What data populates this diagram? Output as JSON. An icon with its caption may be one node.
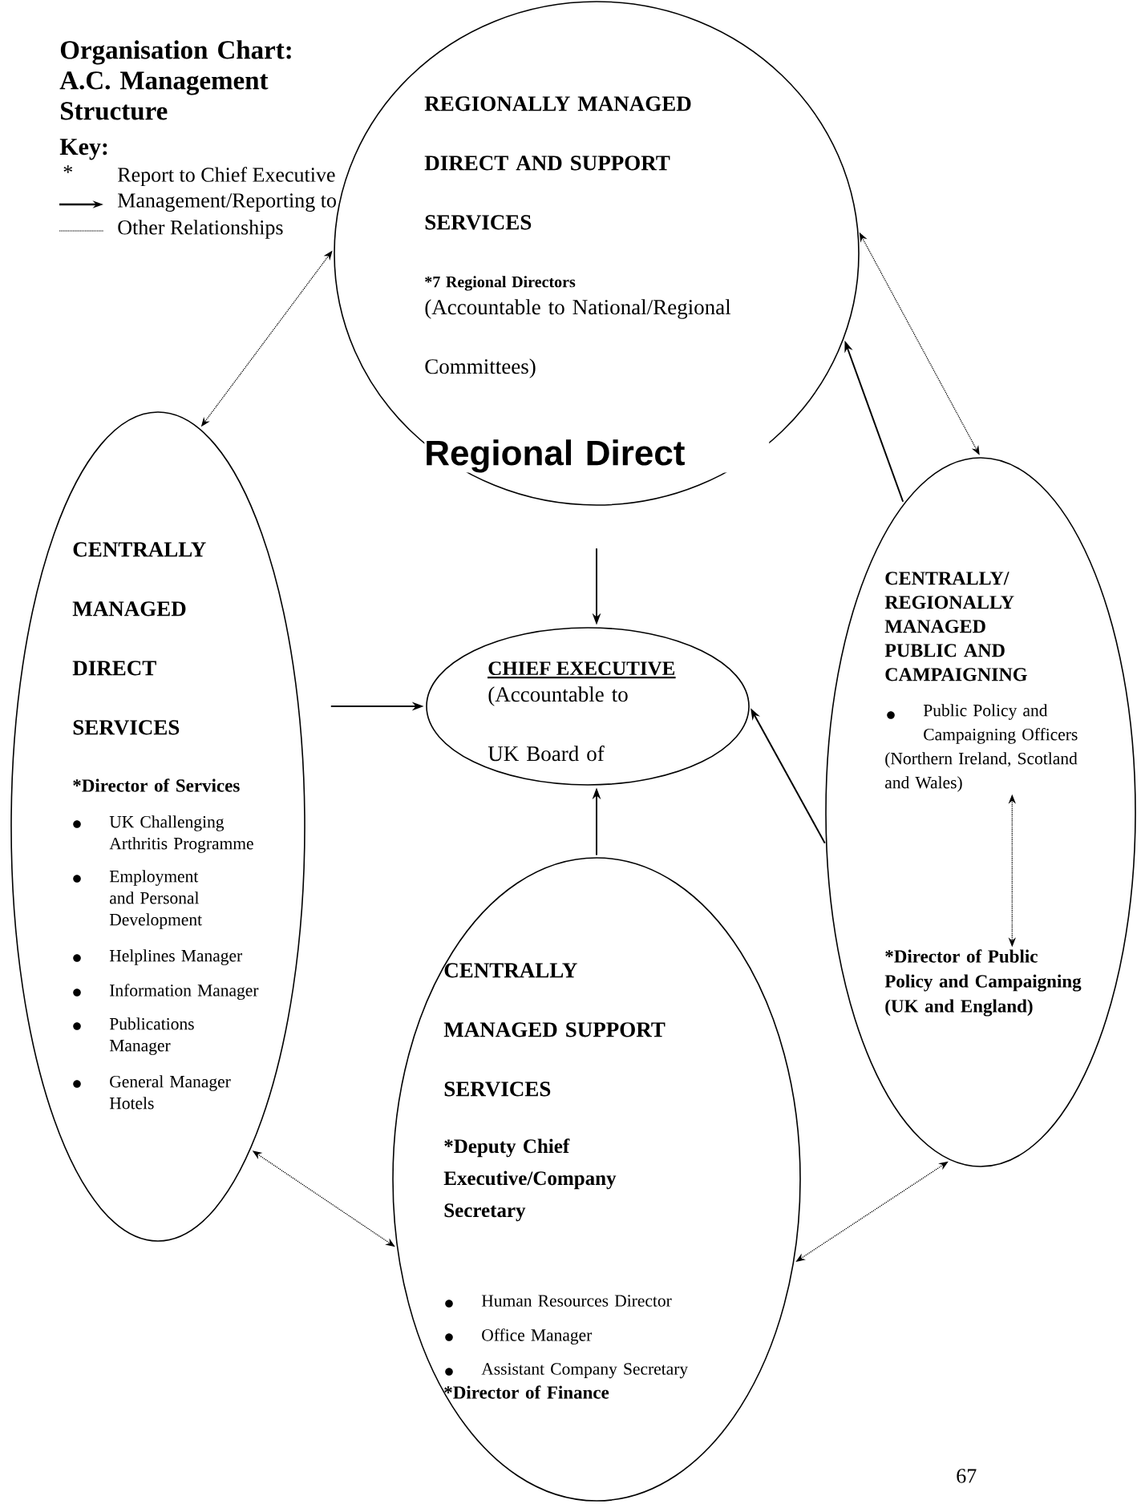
{
  "diagram": {
    "title": "Organisation Chart: A.C. Management Structure",
    "nodes": [
      {
        "text": [
          "REGIONALLY MANAGED DIRECT AND SUPPORT SERVICES",
          "*7 Regional Directors",
          "(Accountable to National/Regional Committees)",
          "Regional Direct"
        ]
      },
      {
        "text": [
          "CENTRALLY MANAGED DIRECT SERVICES",
          "*Director of Services",
          "UK Challenging Arthritis Programme",
          "Employment and Personal Development",
          "Helplines Manager",
          "Information Manager",
          "Publications Manager",
          "General Manager Hotels"
        ]
      },
      {
        "text": [
          "CHIEF EXECUTIVE",
          "(Accountable to UK Board of"
        ]
      },
      {
        "text": [
          "CENTRALLY/ REGIONALLY MANAGED PUBLIC AND CAMPAIGNING"
        ]
      },
      {
        "text": [
          "Public Policy and Campaigning Officers",
          "(Northern Ireland, Scotland and Wales)"
        ],
        "in": 3
      },
      {
        "text": [
          "*Director of Public Policy and Campaigning (UK and England)"
        ],
        "in": 3
      },
      {
        "text": [
          "CENTRALLY MANAGED SUPPORT SERVICES",
          "*Deputy Chief Executive/Company Secretary",
          "Human Resources Director",
          "Office Manager",
          "Assistant Company Secretary",
          "*Director of Finance"
        ]
      }
    ],
    "edges": [
      {
        "from": 0,
        "to": 1,
        "arrow": "both",
        "style": "dashed"
      },
      {
        "from": 0,
        "to": 3,
        "arrow": "both",
        "style": "dashed"
      },
      {
        "from": 0,
        "to": 2,
        "arrow": "to"
      },
      {
        "from": 1,
        "to": 2,
        "arrow": "to"
      },
      {
        "from": 6,
        "to": 2,
        "arrow": "to"
      },
      {
        "from": 3,
        "to": 0,
        "arrow": "to"
      },
      {
        "from": 3,
        "to": 2,
        "arrow": "to"
      },
      {
        "from": 1,
        "to": 6,
        "arrow": "both",
        "style": "dashed"
      },
      {
        "from": 6,
        "to": 3,
        "arrow": "both",
        "style": "dashed"
      },
      {
        "from": 4,
        "to": 5,
        "arrow": "both",
        "style": "dashed"
      }
    ],
    "labels": [
      "Key:",
      "*",
      "67"
    ],
    "legend": [
      {
        "text": "Report to Chief Executive"
      },
      {
        "text": "Management/Reporting to"
      },
      {
        "text": "Other Relationships"
      }
    ]
  }
}
